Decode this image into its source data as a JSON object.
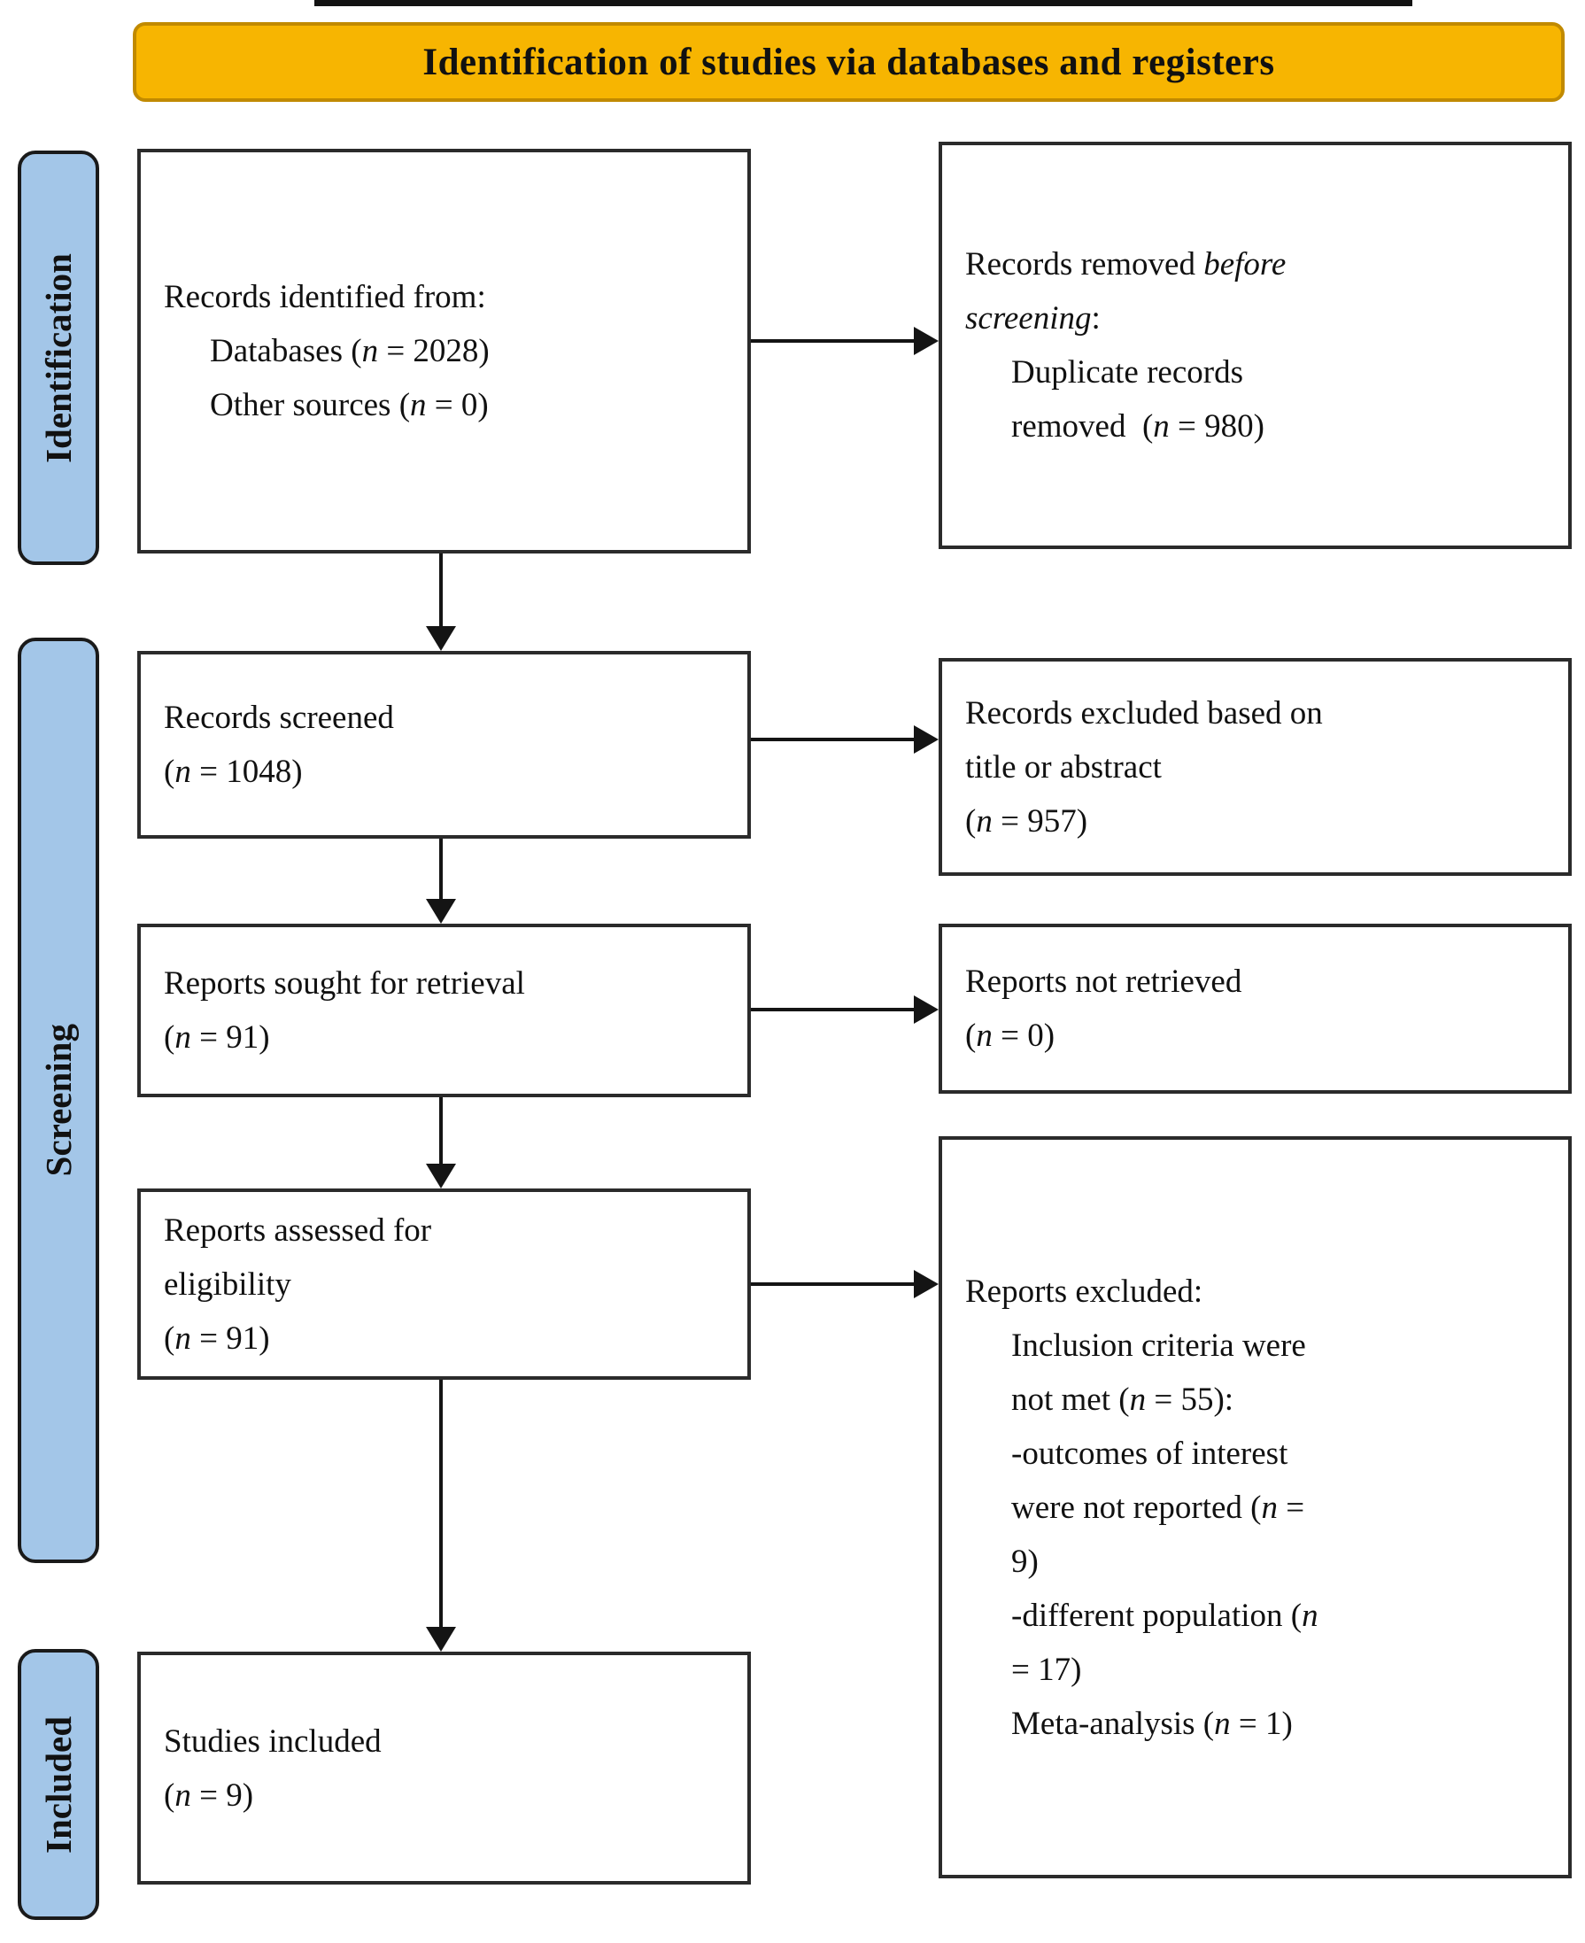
{
  "banner": {
    "title": "Identification of studies via databases and registers"
  },
  "stages": {
    "identification": {
      "label": "Identification"
    },
    "screening": {
      "label": "Screening"
    },
    "included": {
      "label": "Included"
    }
  },
  "boxes": {
    "records_identified": {
      "lines": [
        "Records identified from:",
        "Databases (*n* = 2028)",
        "Other sources (*n* = 0)"
      ],
      "counts": {
        "databases": 2028,
        "other_sources": 0
      }
    },
    "records_removed": {
      "lines": [
        "Records removed *before*",
        "*screening*:",
        "Duplicate records",
        "removed  (*n* = 980)"
      ],
      "counts": {
        "duplicates_removed": 980
      }
    },
    "records_screened": {
      "lines": [
        "Records screened",
        "(*n* = 1048)"
      ],
      "counts": {
        "screened": 1048
      }
    },
    "records_excluded": {
      "lines": [
        "Records excluded based on",
        "title or abstract",
        "(*n* = 957)"
      ],
      "counts": {
        "excluded_title_abstract": 957
      }
    },
    "reports_sought": {
      "lines": [
        "Reports sought for retrieval",
        "(*n* = 91)"
      ],
      "counts": {
        "sought": 91
      }
    },
    "reports_not_retrieved": {
      "lines": [
        "Reports not retrieved",
        "(*n* = 0)"
      ],
      "counts": {
        "not_retrieved": 0
      }
    },
    "reports_assessed": {
      "lines": [
        "Reports assessed for",
        "eligibility",
        "(*n* = 91)"
      ],
      "counts": {
        "assessed": 91
      }
    },
    "reports_excluded": {
      "lines": [
        "Reports excluded:",
        "Inclusion criteria were",
        "not met (*n* = 55):",
        "-outcomes of interest",
        "were not reported (*n* =",
        "9)",
        "-different population (*n*",
        "= 17)",
        "Meta-analysis (*n* = 1)"
      ],
      "counts": {
        "inclusion_criteria_not_met": 55,
        "outcomes_not_reported": 9,
        "different_population": 17,
        "meta_analysis": 1
      }
    },
    "studies_included": {
      "lines": [
        "Studies included",
        "(*n* = 9)"
      ],
      "counts": {
        "included": 9
      }
    }
  },
  "colors": {
    "banner_fill": "#F7B501",
    "banner_border": "#C18A00",
    "stage_fill": "#A3C6E8",
    "box_border": "#2B2B2B",
    "arrow": "#141414"
  }
}
